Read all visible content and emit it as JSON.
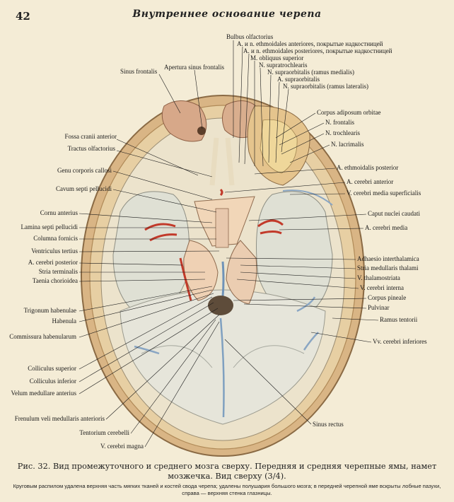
{
  "header": {
    "page_number": "42",
    "title": "Внутреннее основание черепа"
  },
  "labels": {
    "top": [
      "Bulbus olfactorius",
      "A. и n. ethmoidales anteriores, покрытые надкостницей",
      "A. и n. ethmoidales posteriores, покрытые надкостницей",
      "M. obliquus superior",
      "N. supratrochlearis",
      "N. supraorbitalis (ramus medialis)",
      "A. supraorbitalis",
      "N. supraorbitalis (ramus lateralis)",
      "Apertura sinus frontalis",
      "Sinus frontalis"
    ],
    "left": [
      "Fossa cranii anterior",
      "Tractus olfactorius",
      "Genu corporis callosi",
      "Cavum septi pellucidi",
      "Cornu anterius",
      "Lamina septi pellucidi",
      "Columna fornicis",
      "Ventriculus tertius",
      "A. cerebri posterior",
      "Stria terminalis",
      "Taenia chorioidea",
      "Trigonum habenulae",
      "Habenula",
      "Commissura habenularum",
      "Colliculus superior",
      "Colliculus inferior",
      "Velum medullare anterius",
      "Frenulum veli medullaris anterioris",
      "Tentorium cerebelli",
      "V. cerebri magna"
    ],
    "right": [
      "Corpus adiposum orbitae",
      "N. frontalis",
      "N. trochlearis",
      "N. lacrimalis",
      "A. ethmoidalis posterior",
      "A. cerebri anterior",
      "V. cerebri media superficialis",
      "Caput nuclei caudati",
      "A. cerebri media",
      "Adhaesio interthalamica",
      "Stria medullaris thalami",
      "V. thalamostriata",
      "V. cerebri interna",
      "Corpus pineale",
      "Pulvinar",
      "Ramus tentorii",
      "Vv. cerebri inferiores",
      "Sinus rectus"
    ]
  },
  "caption": {
    "main": "Рис. 32. Вид промежуточного и среднего мозга сверху. Передняя и средняя черепные ямы, намет мозжечка. Вид сверху (3/4).",
    "note": "Круговым распилом удалена верхняя часть мягких тканей и костей свода черепа; удалены полушария большого мозга; в передней черепной яме вскрыты лобные пазухи, справа — верхняя стенка глазницы."
  }
}
